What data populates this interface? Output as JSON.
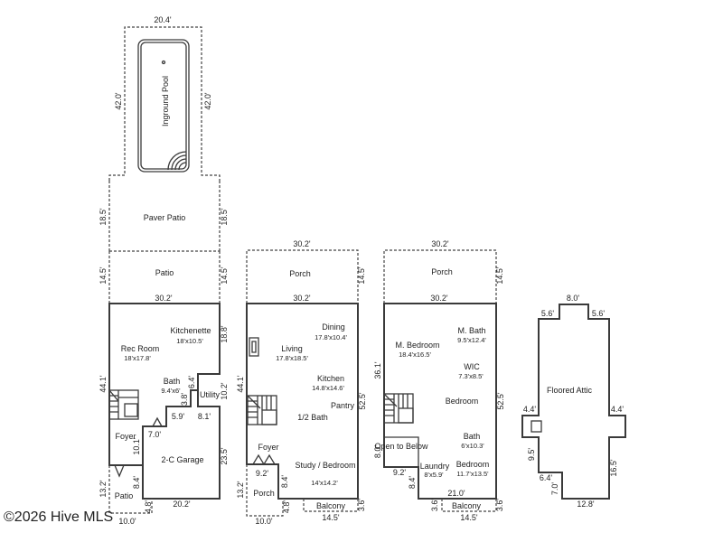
{
  "watermark": "©2026 Hive MLS",
  "pool_area": {
    "width_dim": "20.4'",
    "left_dim": "42.0'",
    "right_dim": "42.0'",
    "pool_label": "Inground Pool"
  },
  "paver_patio": {
    "label": "Paver Patio",
    "left_dim": "18.5'",
    "right_dim": "18.5'"
  },
  "rear_patio": {
    "label": "Patio",
    "left_dim": "14.5'",
    "right_dim": "14.5'",
    "bottom_dim": "30.2'"
  },
  "lower_level": {
    "rooms": [
      {
        "name": "Rec Room",
        "size": "18'x17.8'"
      },
      {
        "name": "Kitchenette",
        "size": "18'x10.5'"
      },
      {
        "name": "Bath",
        "size": "9.4'x6'"
      },
      {
        "name": "Utility",
        "size": ""
      },
      {
        "name": "Foyer",
        "size": ""
      },
      {
        "name": "2-C Garage",
        "size": ""
      },
      {
        "name": "Patio",
        "size": ""
      }
    ],
    "dims": {
      "left": "44.1'",
      "right_top": "18.8'",
      "utility_h": "10.2'",
      "bath_h": "6.4'",
      "bath_step": "3.8'",
      "garage_w1": "5.9'",
      "garage_w2": "8.1'",
      "garage_door": "7.0'",
      "foyer_h": "10.1'",
      "garage_h": "23.5'",
      "garage_bottom": "20.2'",
      "patio_h": "8.4'",
      "patio_left": "13.2'",
      "patio_step": "4.8'",
      "patio_bottom": "10.0'"
    }
  },
  "main_level": {
    "porch": {
      "label": "Porch",
      "top_dim": "30.2'",
      "right_dim": "14.5'",
      "bottom_dim": "30.2'"
    },
    "rooms": [
      {
        "name": "Dining",
        "size": "17.8'x10.4'"
      },
      {
        "name": "Living",
        "size": "17.8'x18.5'"
      },
      {
        "name": "Kitchen",
        "size": "14.8'x14.6'"
      },
      {
        "name": "Pantry",
        "size": ""
      },
      {
        "name": "1/2 Bath",
        "size": ""
      },
      {
        "name": "Foyer",
        "size": ""
      },
      {
        "name": "Study / Bedroom",
        "size": "14'x14.2'"
      },
      {
        "name": "Porch",
        "size": ""
      },
      {
        "name": "Balcony",
        "size": ""
      }
    ],
    "dims": {
      "left": "44.1'",
      "right": "52.5'",
      "foyer_w": "9.2'",
      "porch_h": "13.2'",
      "porch_step": "8.4'",
      "porch_step2": "4.8'",
      "porch_bottom": "10.0'",
      "balcony_w": "14.5'",
      "balcony_h": "3.6'"
    }
  },
  "upper_level": {
    "porch": {
      "label": "Porch",
      "top_dim": "30.2'",
      "right_dim": "14.5'",
      "bottom_dim": "30.2'"
    },
    "rooms": [
      {
        "name": "M. Bedroom",
        "size": "18.4'x16.5'"
      },
      {
        "name": "M. Bath",
        "size": "9.5'x12.4'"
      },
      {
        "name": "WIC",
        "size": "7.3'x8.5'"
      },
      {
        "name": "Bedroom",
        "size": ""
      },
      {
        "name": "Bath",
        "size": "6'x10.3'"
      },
      {
        "name": "Open to Below",
        "size": ""
      },
      {
        "name": "Laundry",
        "size": "8'x5.9'"
      },
      {
        "name": "Bedroom",
        "size": "11.7'x13.5'"
      },
      {
        "name": "Balcony",
        "size": ""
      }
    ],
    "dims": {
      "left": "36.1'",
      "right": "52.5'",
      "open_h": "8.0'",
      "open_w": "9.2'",
      "laundry_step": "8.4'",
      "bottom": "21.0'",
      "balcony_left": "3.6'",
      "balcony_right": "3.6'",
      "balcony_w": "14.5'"
    }
  },
  "attic": {
    "label": "Floored Attic",
    "dims": {
      "top": "8.0'",
      "top_left": "5.6'",
      "top_right": "5.6'",
      "left_bump": "4.4'",
      "right_bump": "4.4'",
      "left_lower": "9.5'",
      "right_lower": "16.5'",
      "step_w": "6.4'",
      "step_h": "7.0'",
      "bottom": "12.8'"
    }
  }
}
